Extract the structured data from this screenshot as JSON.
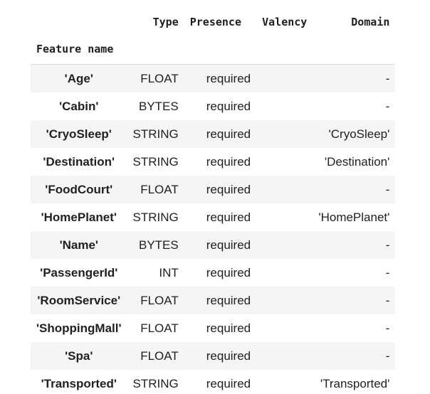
{
  "table": {
    "columns": {
      "type": "Type",
      "presence": "Presence",
      "valency": "Valency",
      "domain": "Domain",
      "feature_name": "Feature name"
    },
    "rows": [
      {
        "name": "'Age'",
        "type": "FLOAT",
        "presence": "required",
        "valency": "",
        "domain": "-"
      },
      {
        "name": "'Cabin'",
        "type": "BYTES",
        "presence": "required",
        "valency": "",
        "domain": "-"
      },
      {
        "name": "'CryoSleep'",
        "type": "STRING",
        "presence": "required",
        "valency": "",
        "domain": "'CryoSleep'"
      },
      {
        "name": "'Destination'",
        "type": "STRING",
        "presence": "required",
        "valency": "",
        "domain": "'Destination'"
      },
      {
        "name": "'FoodCourt'",
        "type": "FLOAT",
        "presence": "required",
        "valency": "",
        "domain": "-"
      },
      {
        "name": "'HomePlanet'",
        "type": "STRING",
        "presence": "required",
        "valency": "",
        "domain": "'HomePlanet'"
      },
      {
        "name": "'Name'",
        "type": "BYTES",
        "presence": "required",
        "valency": "",
        "domain": "-"
      },
      {
        "name": "'PassengerId'",
        "type": "INT",
        "presence": "required",
        "valency": "",
        "domain": "-"
      },
      {
        "name": "'RoomService'",
        "type": "FLOAT",
        "presence": "required",
        "valency": "",
        "domain": "-"
      },
      {
        "name": "'ShoppingMall'",
        "type": "FLOAT",
        "presence": "required",
        "valency": "",
        "domain": "-"
      },
      {
        "name": "'Spa'",
        "type": "FLOAT",
        "presence": "required",
        "valency": "",
        "domain": "-"
      },
      {
        "name": "'Transported'",
        "type": "STRING",
        "presence": "required",
        "valency": "",
        "domain": "'Transported'"
      }
    ]
  }
}
